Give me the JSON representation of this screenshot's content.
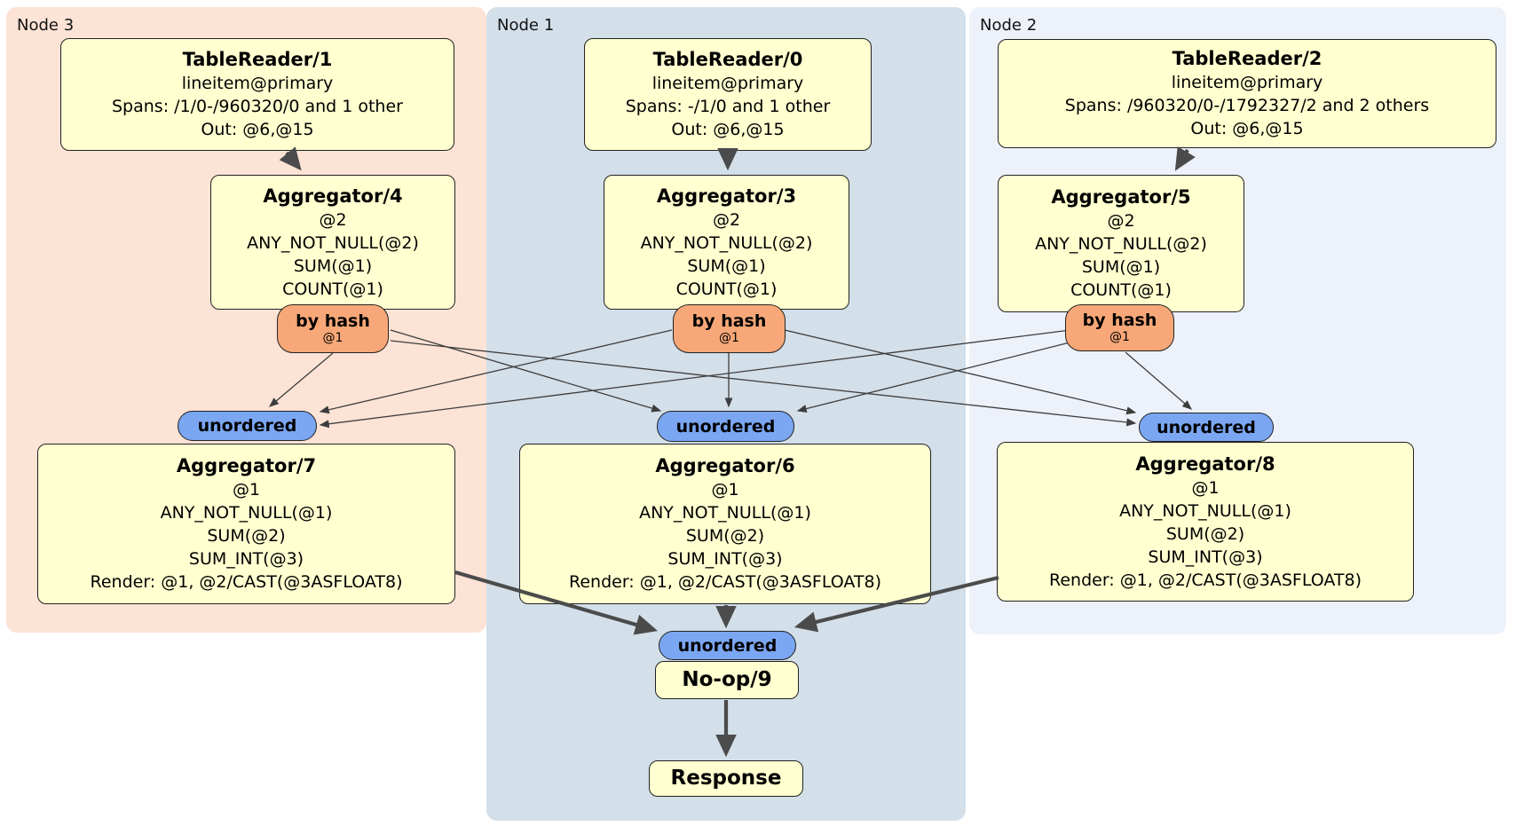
{
  "regions": [
    {
      "label": "Node 3"
    },
    {
      "label": "Node 1"
    },
    {
      "label": "Node 2"
    }
  ],
  "processors": {
    "tr1": {
      "title": "TableReader/1",
      "rows": [
        "lineitem@primary",
        "Spans: /1/0-/960320/0 and 1 other",
        "Out: @6,@15"
      ]
    },
    "tr0": {
      "title": "TableReader/0",
      "rows": [
        "lineitem@primary",
        "Spans: -/1/0 and 1 other",
        "Out: @6,@15"
      ]
    },
    "tr2": {
      "title": "TableReader/2",
      "rows": [
        "lineitem@primary",
        "Spans: /960320/0-/1792327/2 and 2 others",
        "Out: @6,@15"
      ]
    },
    "agg4": {
      "title": "Aggregator/4",
      "rows": [
        "@2",
        "ANY_NOT_NULL(@2)",
        "SUM(@1)",
        "COUNT(@1)"
      ]
    },
    "agg3": {
      "title": "Aggregator/3",
      "rows": [
        "@2",
        "ANY_NOT_NULL(@2)",
        "SUM(@1)",
        "COUNT(@1)"
      ]
    },
    "agg5": {
      "title": "Aggregator/5",
      "rows": [
        "@2",
        "ANY_NOT_NULL(@2)",
        "SUM(@1)",
        "COUNT(@1)"
      ]
    },
    "agg7": {
      "title": "Aggregator/7",
      "rows": [
        "@1",
        "ANY_NOT_NULL(@1)",
        "SUM(@2)",
        "SUM_INT(@3)",
        "Render: @1, @2/CAST(@3ASFLOAT8)"
      ]
    },
    "agg6": {
      "title": "Aggregator/6",
      "rows": [
        "@1",
        "ANY_NOT_NULL(@1)",
        "SUM(@2)",
        "SUM_INT(@3)",
        "Render: @1, @2/CAST(@3ASFLOAT8)"
      ]
    },
    "agg8": {
      "title": "Aggregator/8",
      "rows": [
        "@1",
        "ANY_NOT_NULL(@1)",
        "SUM(@2)",
        "SUM_INT(@3)",
        "Render: @1, @2/CAST(@3ASFLOAT8)"
      ]
    },
    "noop": {
      "title": "No-op/9"
    },
    "response": {
      "title": "Response"
    }
  },
  "routers": {
    "hash3": {
      "label": "by hash",
      "sub": "@1"
    },
    "hash1": {
      "label": "by hash",
      "sub": "@1"
    },
    "hash2": {
      "label": "by hash",
      "sub": "@1"
    },
    "uno3": {
      "label": "unordered"
    },
    "uno1": {
      "label": "unordered"
    },
    "uno2": {
      "label": "unordered"
    },
    "unoFinal": {
      "label": "unordered"
    }
  },
  "colors": {
    "node3_bg": "#fce3d5",
    "node1_bg": "#d3dfe9",
    "node2_bg": "#edf1fa",
    "processor_bg": "#ffffd0",
    "hash_router_bg": "#f8a878",
    "unordered_router_bg": "#7aa6f2"
  }
}
